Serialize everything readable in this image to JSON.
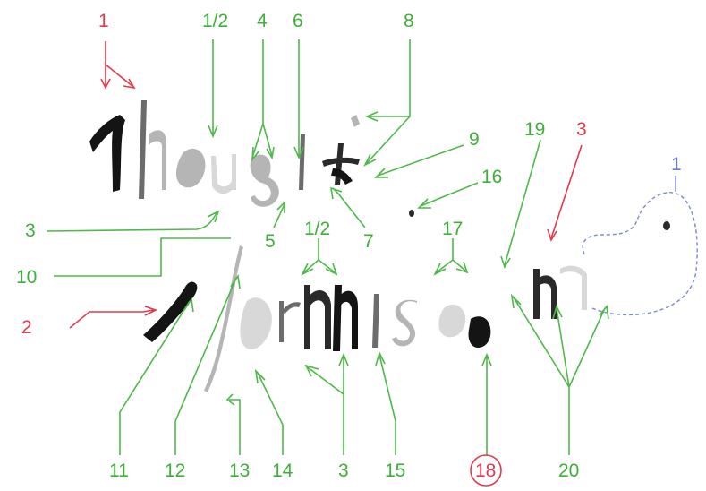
{
  "labels": {
    "l1_red": "1",
    "l1_2_top": "1/2",
    "l4": "4",
    "l6": "6",
    "l8": "8",
    "l9": "9",
    "l19": "19",
    "l3_red": "3",
    "l1_blue": "1",
    "l16": "16",
    "l3_left": "3",
    "l5": "5",
    "l7": "7",
    "l1_2_mid": "1/2",
    "l17": "17",
    "l10": "10",
    "l2_red": "2",
    "l11": "11",
    "l12": "12",
    "l13": "13",
    "l14": "14",
    "l3_bottom": "3",
    "l15": "15",
    "l18": "18",
    "l20": "20"
  },
  "colors": {
    "green": "#3fae3b",
    "red": "#e03a4e",
    "blue": "#6f78d8",
    "ink": "#141414"
  }
}
